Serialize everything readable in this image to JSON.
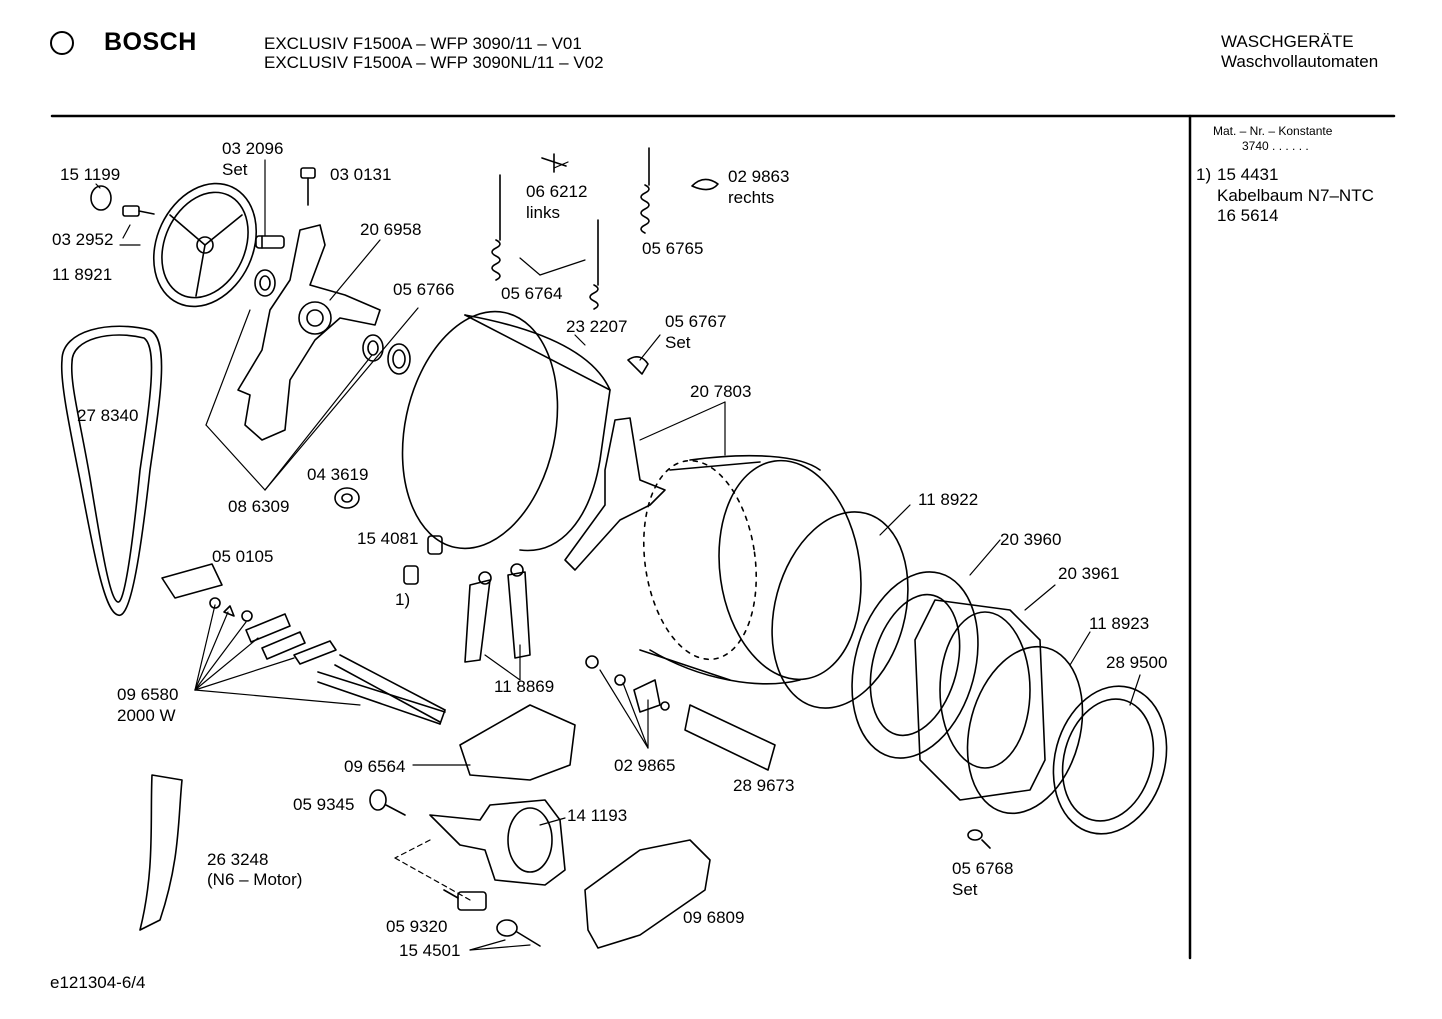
{
  "header": {
    "brand": "BOSCH",
    "model_line1": "EXCLUSIV F1500A – WFP 3090/11 – V01",
    "model_line2": "EXCLUSIV F1500A – WFP 3090NL/11 – V02",
    "category1": "WASCHGERÄTE",
    "category2": "Waschvollautomaten"
  },
  "side_panel": {
    "constant_title": "Mat. – Nr. – Konstante",
    "constant_value": "3740  .  .  .  .  .  .",
    "note_marker": "1)",
    "note_part": "15 4431",
    "note_desc": "Kabelbaum N7–NTC",
    "note_part2": "16 5614"
  },
  "footer": {
    "doc_id": "e121304-6/4"
  },
  "labels": {
    "p151199": "15 1199",
    "p032096": "03 2096",
    "set1": "Set",
    "p030131": "03 0131",
    "p066212": "06 6212",
    "links": "links",
    "p029863": "02 9863",
    "rechts": "rechts",
    "p032952": "03 2952",
    "p206958": "20 6958",
    "p056765": "05 6765",
    "p118921": "11 8921",
    "p056764": "05 6764",
    "p056766": "05 6766",
    "p232207": "23 2207",
    "p056767": "05 6767",
    "set2": "Set",
    "p278340": "27 8340",
    "p207803": "20 7803",
    "p043619": "04 3619",
    "p086309": "08 6309",
    "p118922": "11 8922",
    "p154081": "15 4081",
    "p203960": "20 3960",
    "p050105": "05 0105",
    "p203961": "20 3961",
    "note1": "1)",
    "p118923": "11 8923",
    "p289500": "28 9500",
    "p118869": "11 8869",
    "p096580": "09 6580",
    "w2000": "2000 W",
    "p096564": "09 6564",
    "p029865": "02 9865",
    "p289673": "28 9673",
    "p059345": "05 9345",
    "p141193": "14 1193",
    "p263248": "26 3248",
    "n6motor": "(N6 – Motor)",
    "p056768": "05 6768",
    "set3": "Set",
    "p096809": "09 6809",
    "p059320": "05 9320",
    "p154501": "15 4501"
  }
}
